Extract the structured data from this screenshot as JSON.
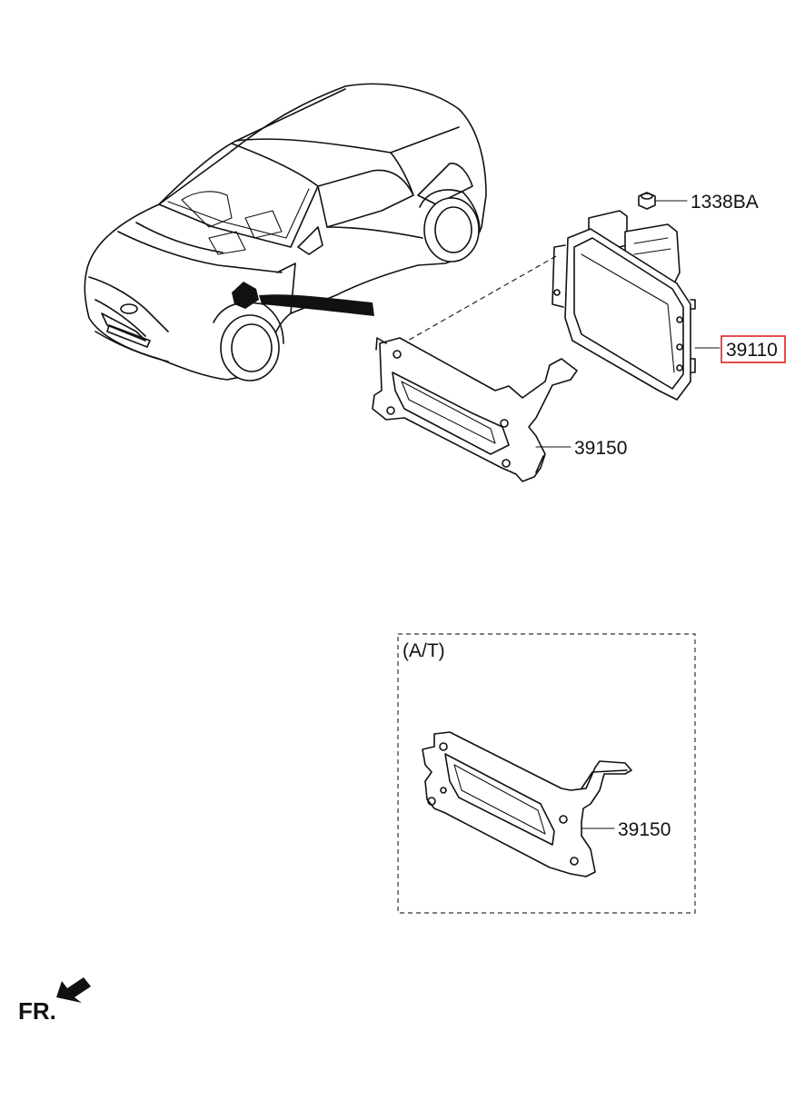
{
  "labels": {
    "nut": "1338BA",
    "ecu": "39110",
    "bracket_main": "39150",
    "variant_note": "(A/T)",
    "bracket_variant": "39150",
    "front_indicator": "FR."
  },
  "colors": {
    "line": "#111111",
    "highlight_box": "#e02020",
    "background": "#ffffff"
  },
  "icons": {
    "front_arrow": "arrow-front-icon"
  }
}
